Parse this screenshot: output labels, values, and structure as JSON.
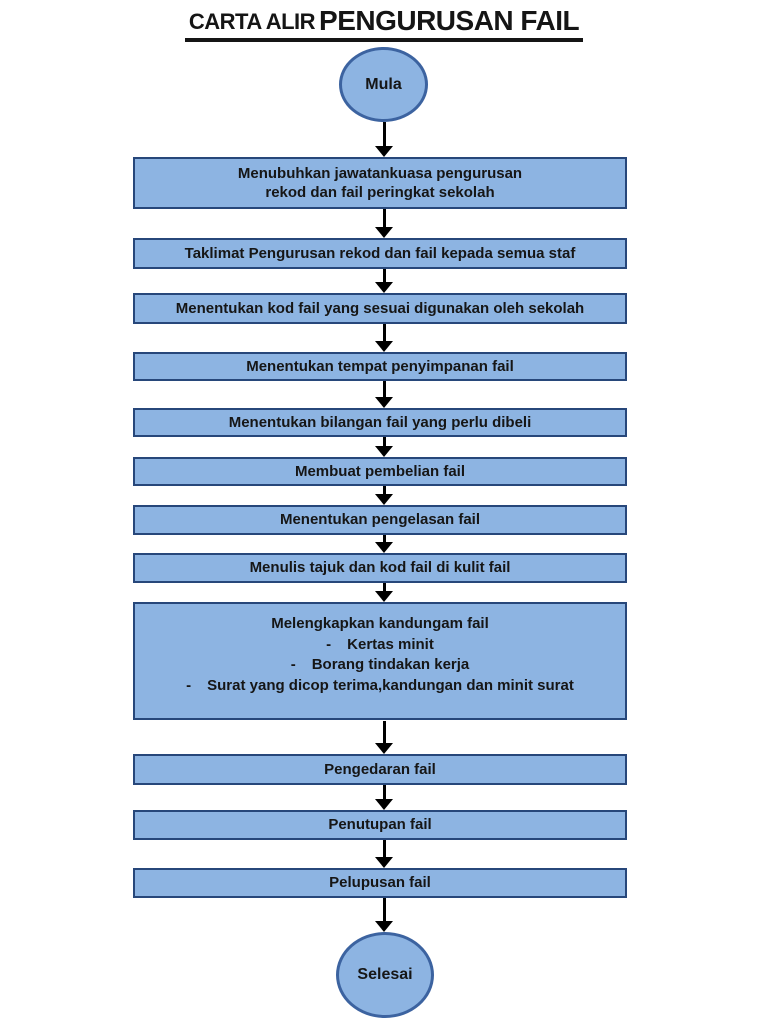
{
  "title": {
    "prefix": "CARTA ALIR",
    "main": "PENGURUSAN FAIL"
  },
  "terminals": {
    "start": "Mula",
    "end": "Selesai"
  },
  "bullet_char": "-",
  "steps": [
    {
      "lines": [
        "Menubuhkan jawatankuasa pengurusan",
        "rekod dan fail peringkat sekolah"
      ]
    },
    {
      "label": "Taklimat Pengurusan rekod dan fail kepada semua staf"
    },
    {
      "label": "Menentukan kod fail yang sesuai digunakan oleh sekolah"
    },
    {
      "label": "Menentukan tempat penyimpanan fail"
    },
    {
      "label": "Menentukan bilangan fail yang perlu dibeli"
    },
    {
      "label": "Membuat pembelian fail"
    },
    {
      "label": "Menentukan pengelasan fail"
    },
    {
      "label": "Menulis tajuk dan kod fail di kulit fail"
    },
    {
      "label": "Melengkapkan kandungam fail",
      "items": [
        "Kertas minit",
        "Borang tindakan kerja",
        "Surat yang dicop terima,kandungan dan minit surat"
      ]
    },
    {
      "label": "Pengedaran fail"
    },
    {
      "label": "Penutupan fail"
    },
    {
      "label": "Pelupusan fail"
    }
  ],
  "colors": {
    "shape_fill": "#8db4e2",
    "box_border": "#27477a",
    "ellipse_border": "#3c63a0",
    "arrow": "#000000",
    "text": "#161616"
  }
}
